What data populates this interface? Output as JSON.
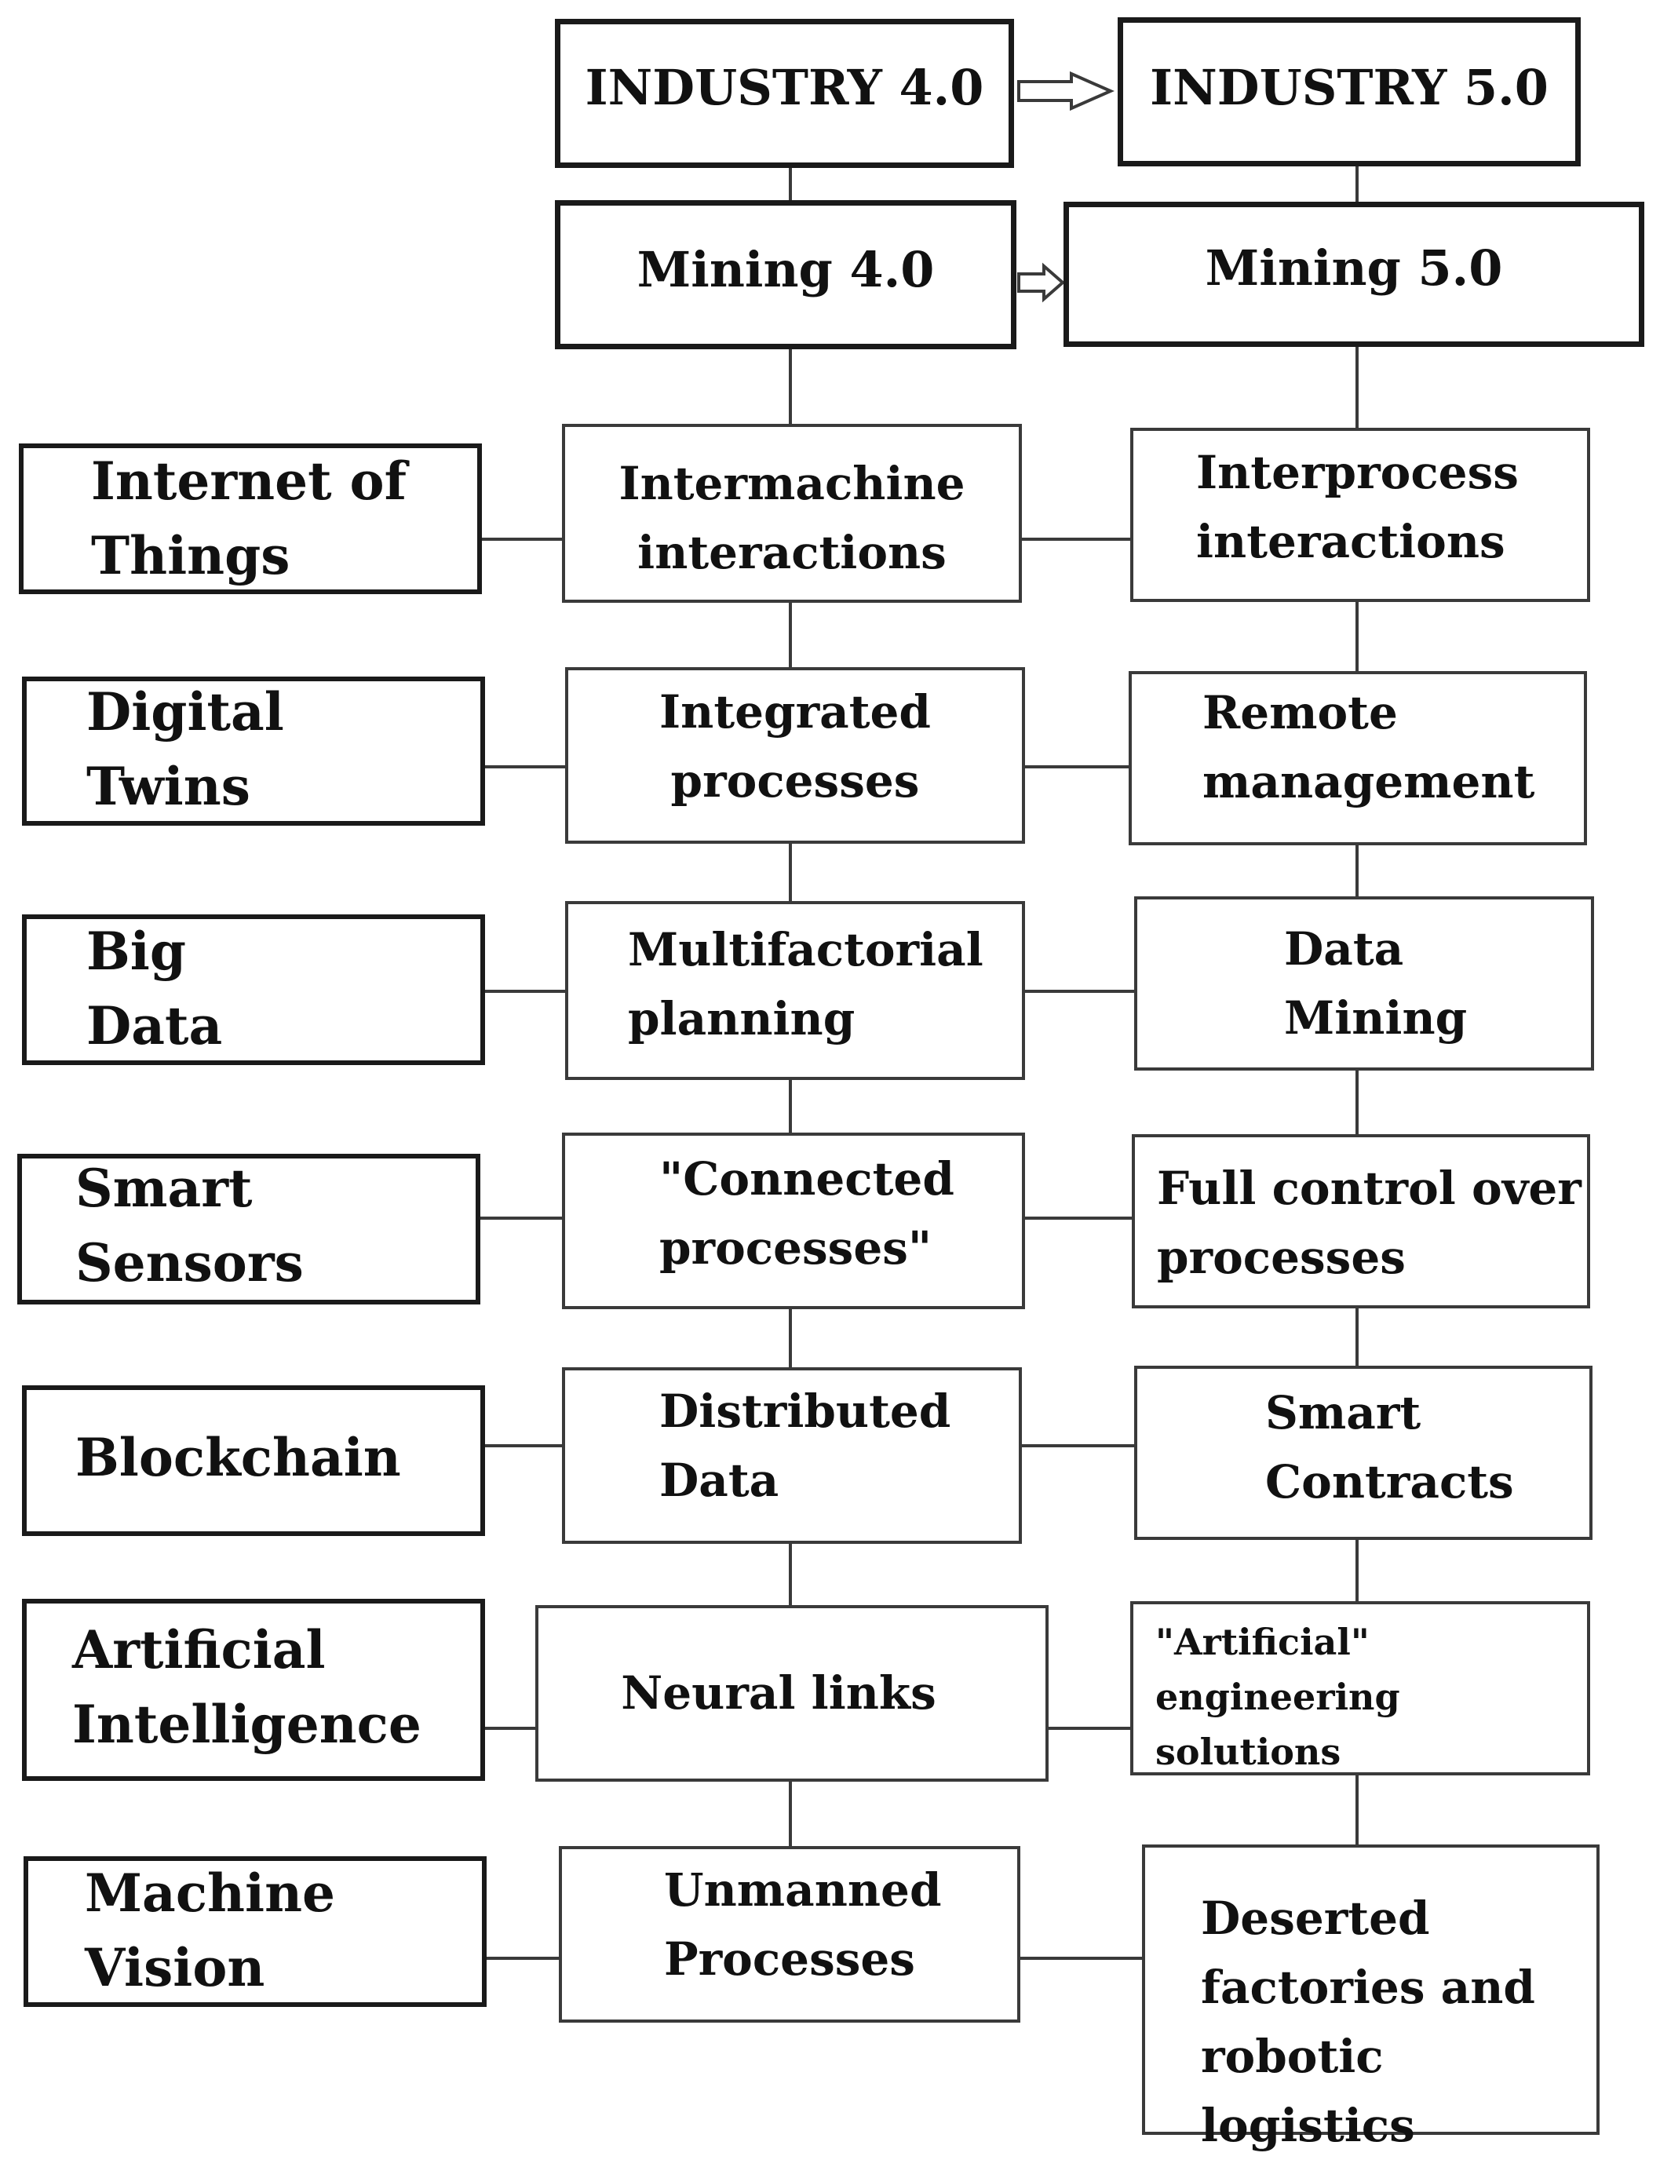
{
  "header": {
    "industry40": "INDUSTRY 4.0",
    "industry50": "INDUSTRY 5.0",
    "mining40": "Mining 4.0",
    "mining50": "Mining 5.0"
  },
  "rows": [
    {
      "technology": "Internet of\nThings",
      "mining40": "Intermachine\ninteractions",
      "mining50": "Interprocess\ninteractions"
    },
    {
      "technology": "Digital\nTwins",
      "mining40": "Integrated\nprocesses",
      "mining50": "Remote\nmanagement"
    },
    {
      "technology": "Big\nData",
      "mining40": "Multifactorial\nplanning",
      "mining50": "Data\nMining"
    },
    {
      "technology": "Smart\nSensors",
      "mining40": "\"Connected\nprocesses\"",
      "mining50": "Full control over\nprocesses"
    },
    {
      "technology": "Blockchain",
      "mining40": "Distributed\nData",
      "mining50": "Smart\nContracts"
    },
    {
      "technology": "Artificial\nIntelligence",
      "mining40": "Neural links",
      "mining50": "\"Artificial\"\nengineering solutions"
    },
    {
      "technology": "Machine\nVision",
      "mining40": "Unmanned\nProcesses",
      "mining50": "Deserted\nfactories and\nrobotic logistics"
    }
  ]
}
